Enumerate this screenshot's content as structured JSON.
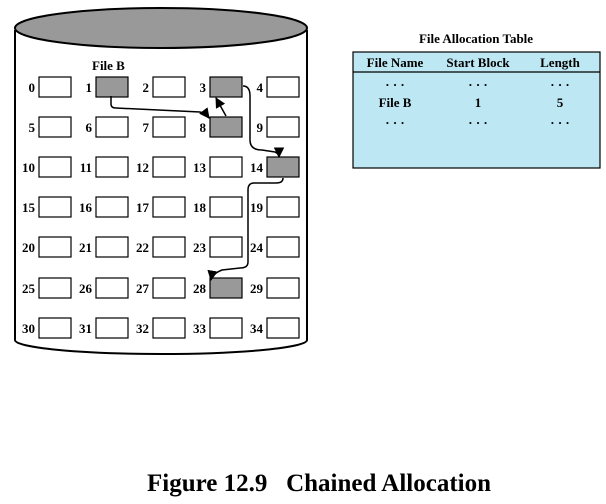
{
  "disk": {
    "file_label": "File B",
    "blocks": [
      "0",
      "1",
      "2",
      "3",
      "4",
      "5",
      "6",
      "7",
      "8",
      "9",
      "10",
      "11",
      "12",
      "13",
      "14",
      "15",
      "16",
      "17",
      "18",
      "19",
      "20",
      "21",
      "22",
      "23",
      "24",
      "25",
      "26",
      "27",
      "28",
      "29",
      "30",
      "31",
      "32",
      "33",
      "34"
    ],
    "used_blocks": [
      1,
      3,
      8,
      14,
      28
    ],
    "chain": [
      1,
      8,
      3,
      14,
      28
    ],
    "colors": {
      "disk_top": "#999999",
      "used_block": "#999999",
      "free_block": "#ffffff",
      "table_fill": "#bde7f2"
    }
  },
  "fat": {
    "title": "File Allocation Table",
    "headers": [
      "File Name",
      "Start Block",
      "Length"
    ],
    "rows": [
      [
        "· · ·",
        "· · ·",
        "· · ·"
      ],
      [
        "File B",
        "1",
        "5"
      ],
      [
        "· · ·",
        "· · ·",
        "· · ·"
      ]
    ]
  },
  "caption": "Figure 12.9   Chained Allocation"
}
